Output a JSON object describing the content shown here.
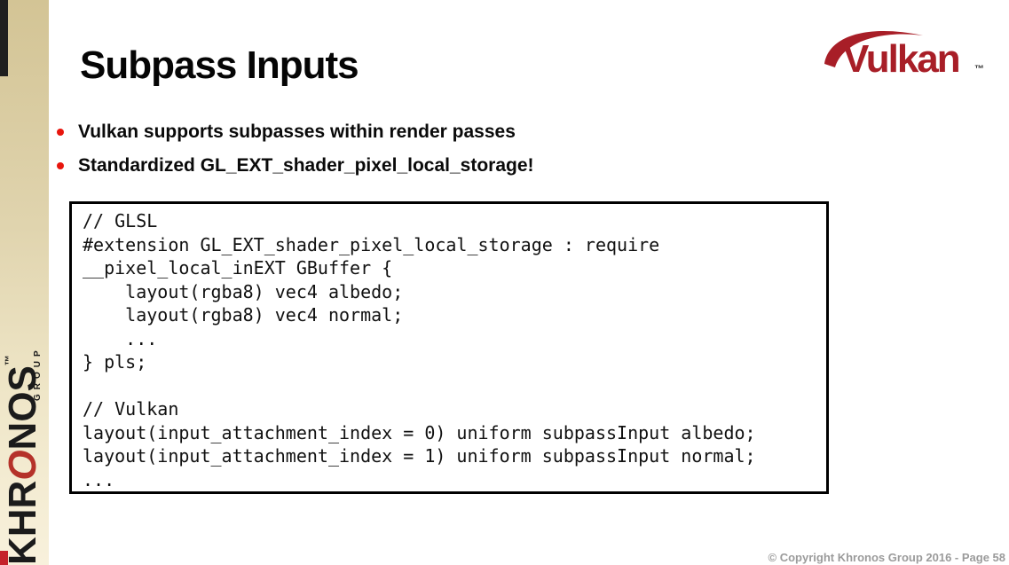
{
  "slide": {
    "title": "Subpass Inputs",
    "bullets": [
      "Vulkan supports subpasses within render passes",
      "Standardized GL_EXT_shader_pixel_local_storage!"
    ],
    "footer": "© Copyright Khronos Group 2016 - Page 58"
  },
  "code_block": {
    "lines": [
      "// GLSL",
      "#extension GL_EXT_shader_pixel_local_storage : require",
      "__pixel_local_inEXT GBuffer {",
      "    layout(rgba8) vec4 albedo;",
      "    layout(rgba8) vec4 normal;",
      "    ...",
      "} pls;",
      "",
      "// Vulkan",
      "layout(input_attachment_index = 0) uniform subpassInput albedo;",
      "layout(input_attachment_index = 1) uniform subpassInput normal;",
      "..."
    ]
  },
  "khronos_logo": {
    "khr": "KHR",
    "o": "O",
    "nos": "NOS",
    "tm": "™",
    "group": "GROUP"
  },
  "vulkan_logo": {
    "name": "Vulkan",
    "tm": "™"
  },
  "colors": {
    "bullet_red": "#e8150d",
    "vulkan_red": "#a81e27",
    "khronos_o_red": "#b5322a",
    "sidebar_gradient_top": "#d3c495",
    "sidebar_gradient_bottom": "#f8f1dc",
    "edge_strip_dark": "#1f1f1f",
    "edge_strip_red": "#c5222b",
    "footer_gray": "#9b9b9b",
    "code_border": "#000000"
  }
}
